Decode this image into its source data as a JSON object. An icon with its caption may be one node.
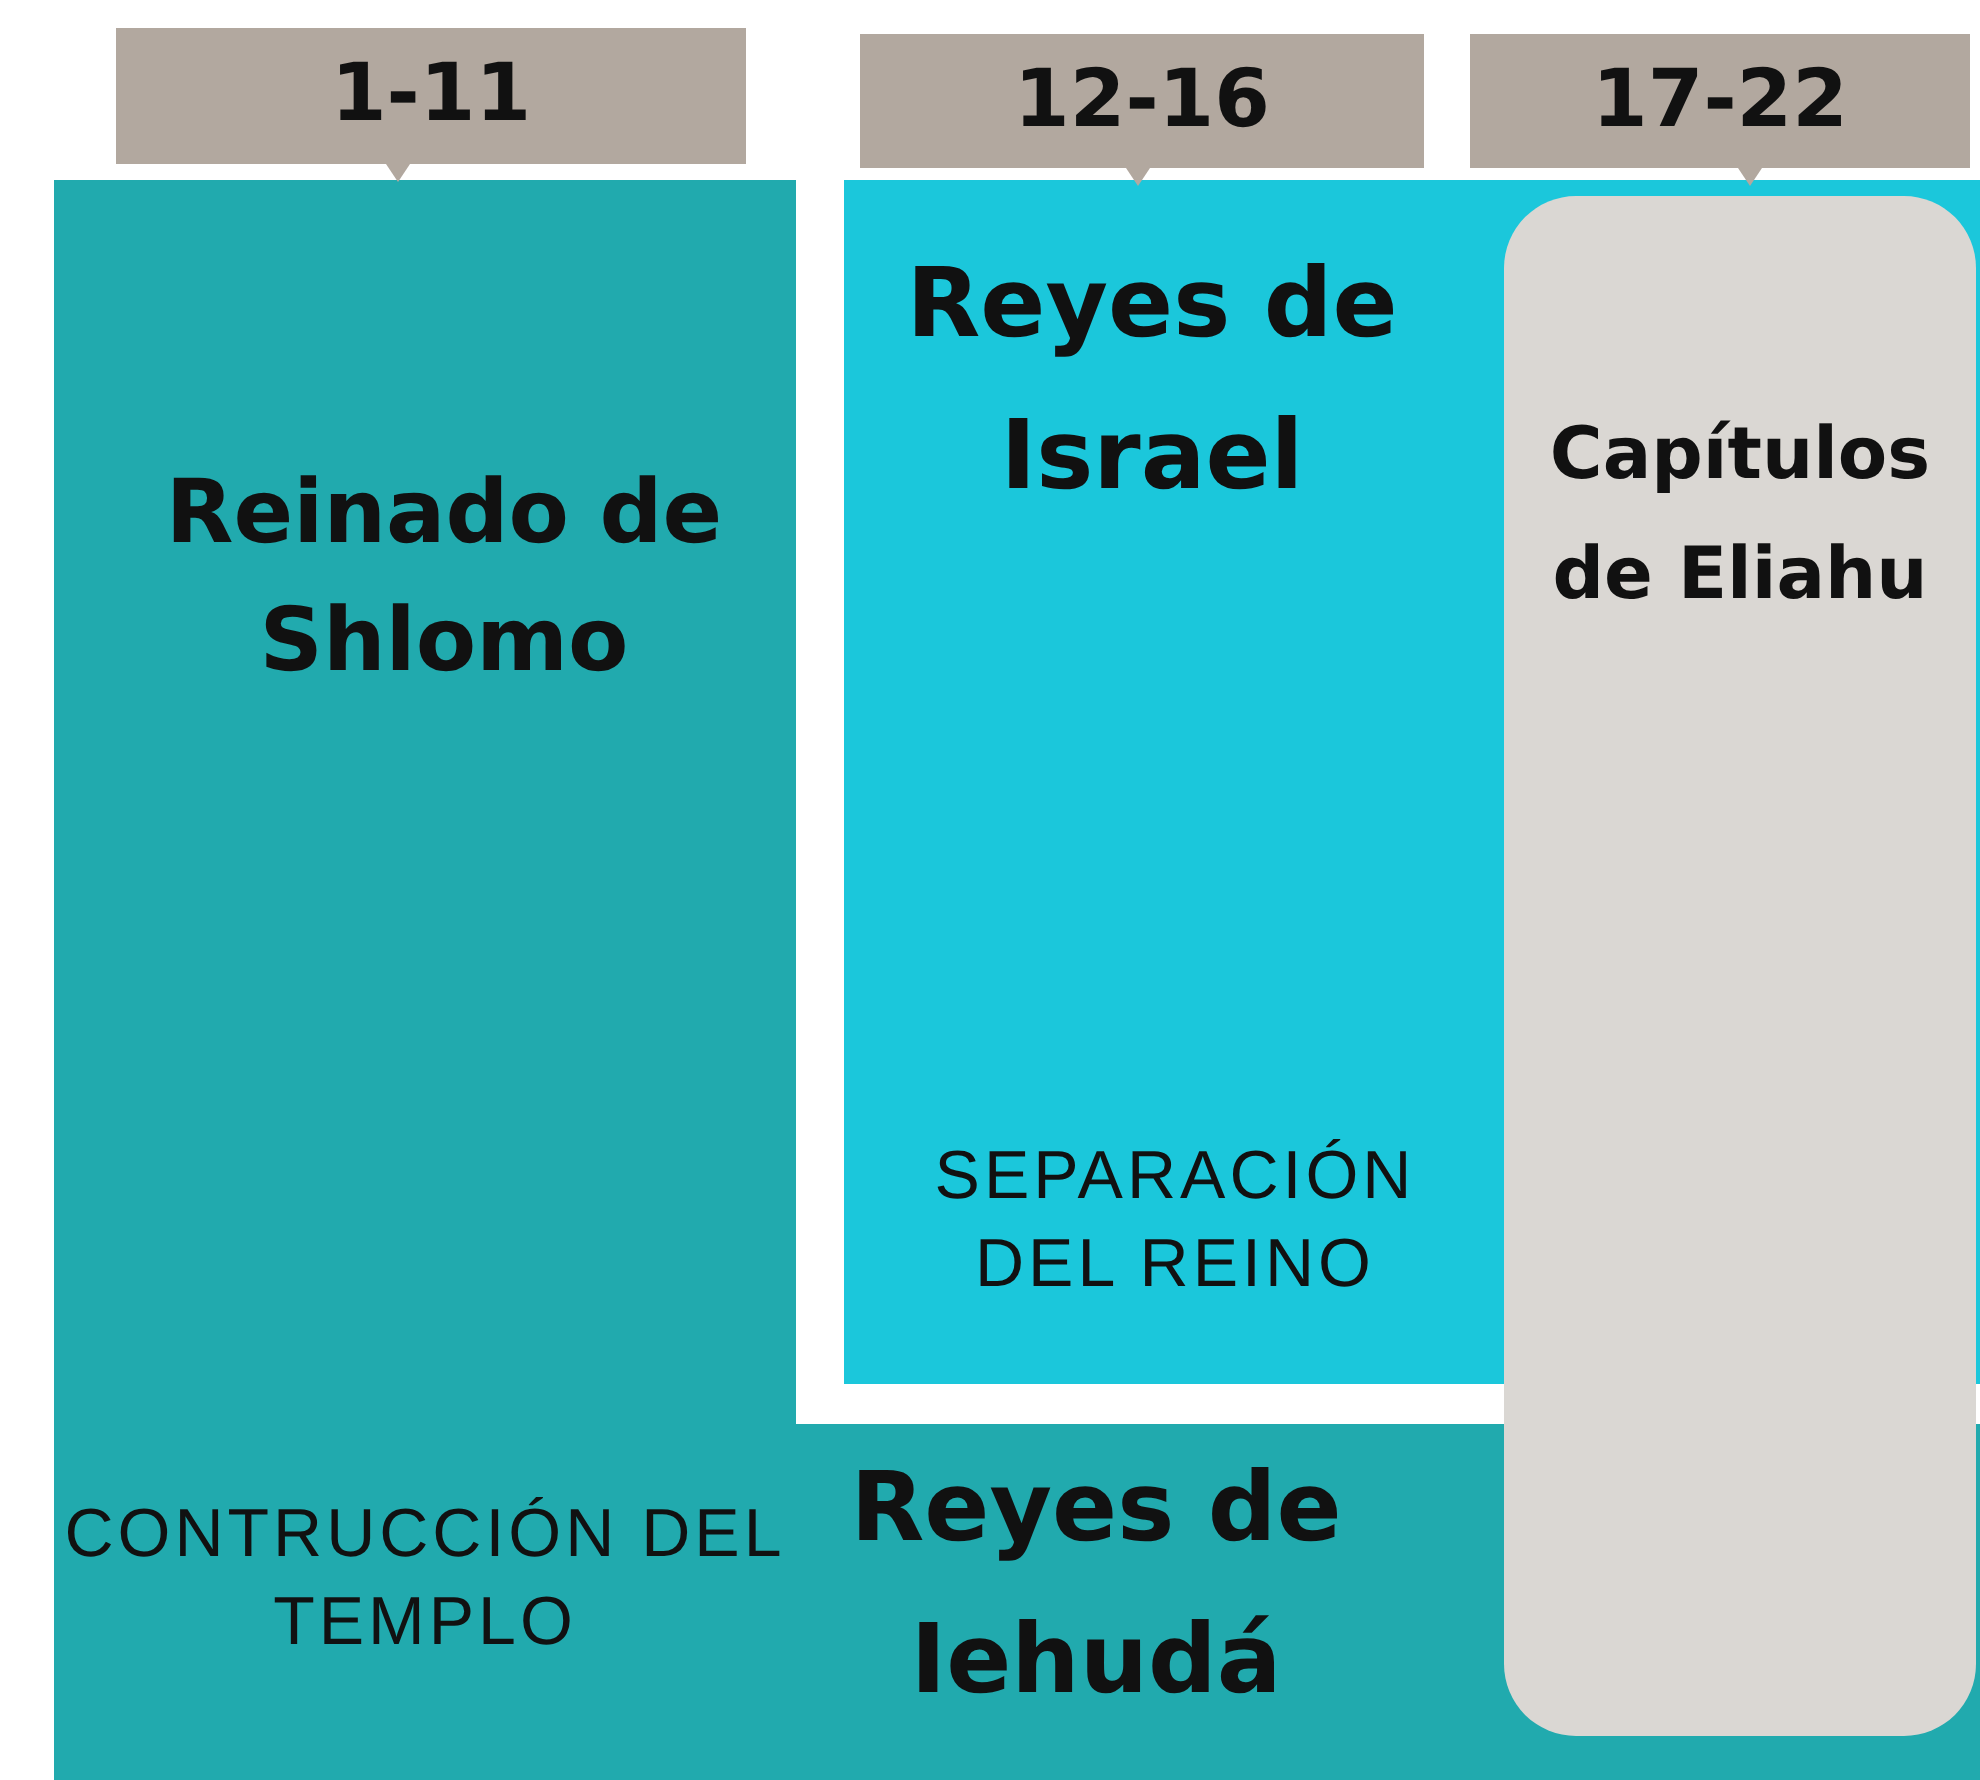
{
  "diagram": {
    "nodes": [
      {
        "text": [
          "1-11"
        ]
      },
      {
        "text": [
          "12-16"
        ]
      },
      {
        "text": [
          "17-22"
        ]
      },
      {
        "text": [
          "Reinado de Shlomo",
          "CONTRUCCIÓN DEL TEMPLO",
          "Reyes de Iehudá"
        ]
      },
      {
        "text": [
          "Reyes de Israel",
          "SEPARACIÓN DEL REINO"
        ]
      },
      {
        "text": [
          "Capítulos de Eliahu"
        ]
      }
    ],
    "edges": []
  }
}
